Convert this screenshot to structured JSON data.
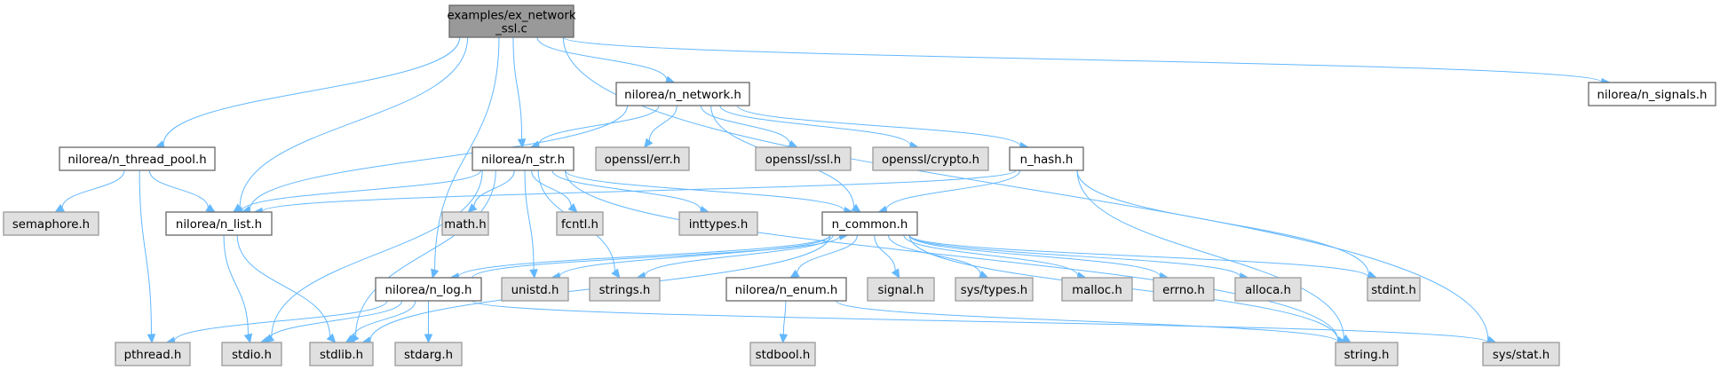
{
  "diagram": {
    "type": "include-dependency-graph",
    "colors": {
      "edge": "#63b8ff",
      "root_fill": "#999999",
      "local_fill": "#ffffff",
      "system_fill": "#e0e0e0",
      "border": "#666666"
    },
    "nodes": [
      {
        "id": "root",
        "label_lines": [
          "examples/ex_network",
          "_ssl.c"
        ],
        "kind": "root"
      },
      {
        "id": "n_network",
        "label_lines": [
          "nilorea/n_network.h"
        ],
        "kind": "local"
      },
      {
        "id": "n_signals",
        "label_lines": [
          "nilorea/n_signals.h"
        ],
        "kind": "local"
      },
      {
        "id": "n_thread_pool",
        "label_lines": [
          "nilorea/n_thread_pool.h"
        ],
        "kind": "local"
      },
      {
        "id": "n_str",
        "label_lines": [
          "nilorea/n_str.h"
        ],
        "kind": "local"
      },
      {
        "id": "openssl_err",
        "label_lines": [
          "openssl/err.h"
        ],
        "kind": "system"
      },
      {
        "id": "openssl_ssl",
        "label_lines": [
          "openssl/ssl.h"
        ],
        "kind": "system"
      },
      {
        "id": "openssl_crypto",
        "label_lines": [
          "openssl/crypto.h"
        ],
        "kind": "system"
      },
      {
        "id": "n_hash",
        "label_lines": [
          "n_hash.h"
        ],
        "kind": "local"
      },
      {
        "id": "semaphore",
        "label_lines": [
          "semaphore.h"
        ],
        "kind": "system"
      },
      {
        "id": "n_list",
        "label_lines": [
          "nilorea/n_list.h"
        ],
        "kind": "local"
      },
      {
        "id": "math",
        "label_lines": [
          "math.h"
        ],
        "kind": "system"
      },
      {
        "id": "fcntl",
        "label_lines": [
          "fcntl.h"
        ],
        "kind": "system"
      },
      {
        "id": "inttypes",
        "label_lines": [
          "inttypes.h"
        ],
        "kind": "system"
      },
      {
        "id": "n_common",
        "label_lines": [
          "n_common.h"
        ],
        "kind": "local"
      },
      {
        "id": "n_log",
        "label_lines": [
          "nilorea/n_log.h"
        ],
        "kind": "local"
      },
      {
        "id": "unistd",
        "label_lines": [
          "unistd.h"
        ],
        "kind": "system"
      },
      {
        "id": "strings",
        "label_lines": [
          "strings.h"
        ],
        "kind": "system"
      },
      {
        "id": "n_enum",
        "label_lines": [
          "nilorea/n_enum.h"
        ],
        "kind": "local"
      },
      {
        "id": "signal",
        "label_lines": [
          "signal.h"
        ],
        "kind": "system"
      },
      {
        "id": "sys_types",
        "label_lines": [
          "sys/types.h"
        ],
        "kind": "system"
      },
      {
        "id": "malloc",
        "label_lines": [
          "malloc.h"
        ],
        "kind": "system"
      },
      {
        "id": "errno",
        "label_lines": [
          "errno.h"
        ],
        "kind": "system"
      },
      {
        "id": "alloca",
        "label_lines": [
          "alloca.h"
        ],
        "kind": "system"
      },
      {
        "id": "stdint",
        "label_lines": [
          "stdint.h"
        ],
        "kind": "system"
      },
      {
        "id": "pthread",
        "label_lines": [
          "pthread.h"
        ],
        "kind": "system"
      },
      {
        "id": "stdio",
        "label_lines": [
          "stdio.h"
        ],
        "kind": "system"
      },
      {
        "id": "stdlib",
        "label_lines": [
          "stdlib.h"
        ],
        "kind": "system"
      },
      {
        "id": "stdarg",
        "label_lines": [
          "stdarg.h"
        ],
        "kind": "system"
      },
      {
        "id": "stdbool",
        "label_lines": [
          "stdbool.h"
        ],
        "kind": "system"
      },
      {
        "id": "string",
        "label_lines": [
          "string.h"
        ],
        "kind": "system"
      },
      {
        "id": "sys_stat",
        "label_lines": [
          "sys/stat.h"
        ],
        "kind": "system"
      }
    ],
    "edges": [
      [
        "root",
        "n_network"
      ],
      [
        "root",
        "n_signals"
      ],
      [
        "root",
        "n_thread_pool"
      ],
      [
        "root",
        "n_str"
      ],
      [
        "root",
        "n_list"
      ],
      [
        "root",
        "n_log"
      ],
      [
        "root",
        "sys_stat"
      ],
      [
        "n_network",
        "n_str"
      ],
      [
        "n_network",
        "openssl_err"
      ],
      [
        "n_network",
        "openssl_ssl"
      ],
      [
        "n_network",
        "openssl_crypto"
      ],
      [
        "n_network",
        "n_hash"
      ],
      [
        "n_network",
        "n_list"
      ],
      [
        "n_network",
        "n_common"
      ],
      [
        "n_thread_pool",
        "semaphore"
      ],
      [
        "n_thread_pool",
        "n_list"
      ],
      [
        "n_thread_pool",
        "pthread"
      ],
      [
        "n_str",
        "n_list"
      ],
      [
        "n_str",
        "math"
      ],
      [
        "n_str",
        "fcntl"
      ],
      [
        "n_str",
        "inttypes"
      ],
      [
        "n_str",
        "n_common"
      ],
      [
        "n_str",
        "unistd"
      ],
      [
        "n_str",
        "strings"
      ],
      [
        "n_str",
        "stdio"
      ],
      [
        "n_str",
        "stdlib"
      ],
      [
        "n_str",
        "string"
      ],
      [
        "n_hash",
        "n_list"
      ],
      [
        "n_hash",
        "n_common"
      ],
      [
        "n_hash",
        "stdint"
      ],
      [
        "n_hash",
        "string"
      ],
      [
        "n_list",
        "stdio"
      ],
      [
        "n_list",
        "stdlib"
      ],
      [
        "n_common",
        "n_log"
      ],
      [
        "n_common",
        "unistd"
      ],
      [
        "n_common",
        "strings"
      ],
      [
        "n_common",
        "n_enum"
      ],
      [
        "n_common",
        "signal"
      ],
      [
        "n_common",
        "sys_types"
      ],
      [
        "n_common",
        "malloc"
      ],
      [
        "n_common",
        "errno"
      ],
      [
        "n_common",
        "alloca"
      ],
      [
        "n_common",
        "stdint"
      ],
      [
        "n_common",
        "string"
      ],
      [
        "n_common",
        "stdlib"
      ],
      [
        "n_log",
        "n_common"
      ],
      [
        "n_log",
        "pthread"
      ],
      [
        "n_log",
        "stdio"
      ],
      [
        "n_log",
        "stdlib"
      ],
      [
        "n_log",
        "stdarg"
      ],
      [
        "n_log",
        "sys_stat"
      ],
      [
        "n_enum",
        "stdbool"
      ],
      [
        "n_enum",
        "string"
      ]
    ]
  }
}
